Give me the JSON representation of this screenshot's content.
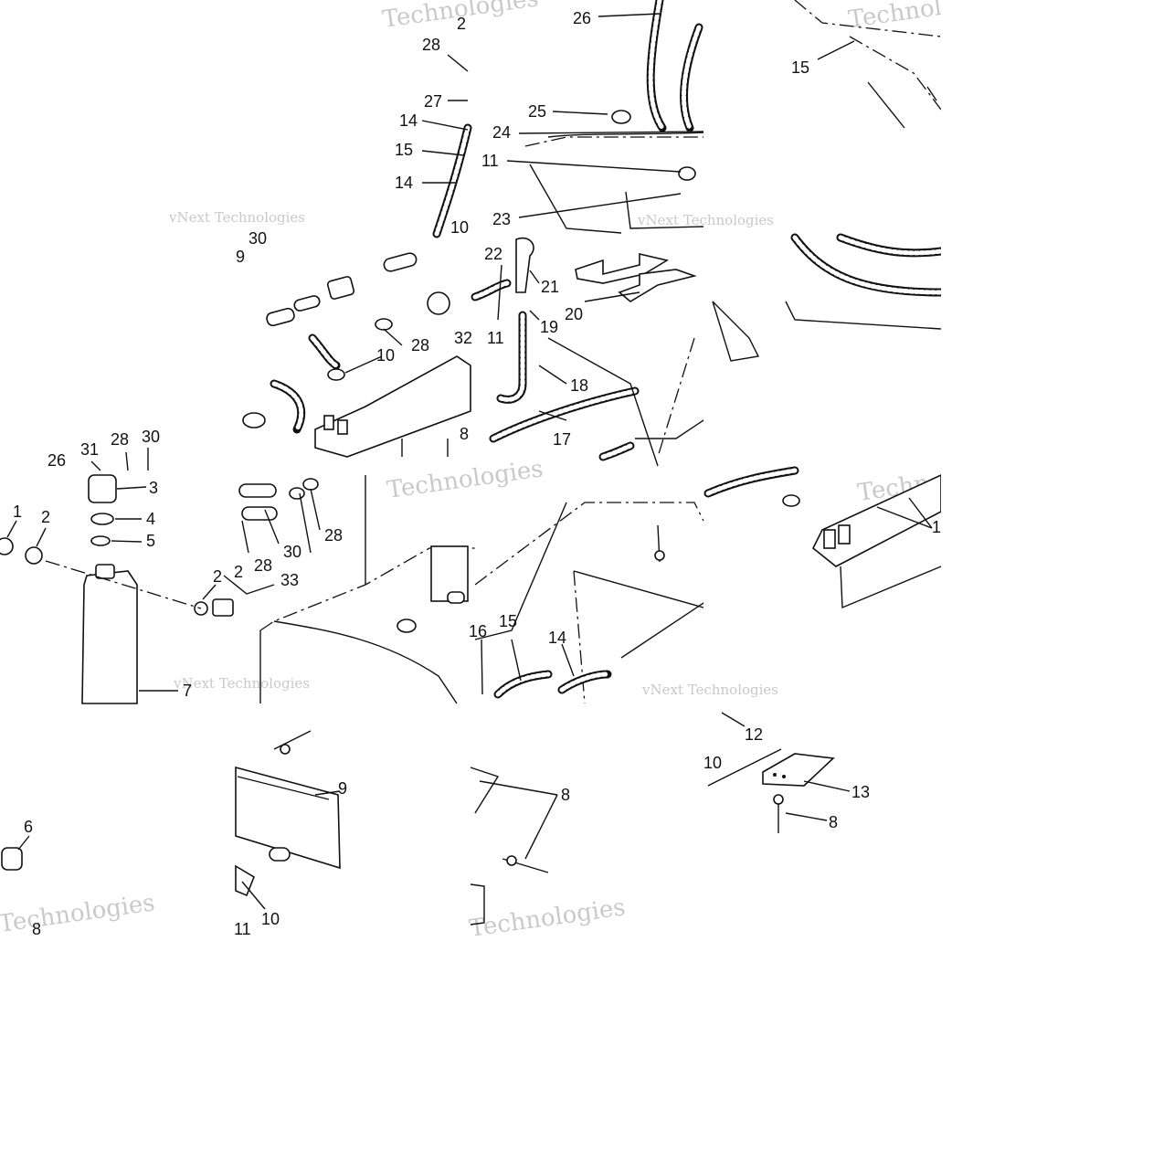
{
  "watermark": {
    "brand_a": "Technologies",
    "brand_b": "vNext Technologies",
    "color": "#c9c9c9"
  },
  "callouts": [
    {
      "id": "c1",
      "text": "2"
    },
    {
      "id": "c2",
      "text": "26"
    },
    {
      "id": "c3",
      "text": "28"
    },
    {
      "id": "c4",
      "text": "27"
    },
    {
      "id": "c5",
      "text": "14"
    },
    {
      "id": "c6",
      "text": "15"
    },
    {
      "id": "c7",
      "text": "14"
    },
    {
      "id": "c8",
      "text": "25"
    },
    {
      "id": "c9",
      "text": "24"
    },
    {
      "id": "c10",
      "text": "11"
    },
    {
      "id": "c11",
      "text": "23"
    },
    {
      "id": "c12",
      "text": "15"
    },
    {
      "id": "c13",
      "text": "10"
    },
    {
      "id": "c14",
      "text": "30"
    },
    {
      "id": "c15",
      "text": "9"
    },
    {
      "id": "c16",
      "text": "22"
    },
    {
      "id": "c17",
      "text": "21"
    },
    {
      "id": "c18",
      "text": "20"
    },
    {
      "id": "c19",
      "text": "19"
    },
    {
      "id": "c20",
      "text": "11"
    },
    {
      "id": "c21",
      "text": "32"
    },
    {
      "id": "c22",
      "text": "10"
    },
    {
      "id": "c23",
      "text": "28"
    },
    {
      "id": "c24",
      "text": "18"
    },
    {
      "id": "c25",
      "text": "17"
    },
    {
      "id": "c26",
      "text": "8"
    },
    {
      "id": "c27",
      "text": "31"
    },
    {
      "id": "c28",
      "text": "28"
    },
    {
      "id": "c29",
      "text": "30"
    },
    {
      "id": "c30",
      "text": "26"
    },
    {
      "id": "c31",
      "text": "3"
    },
    {
      "id": "c32",
      "text": "1"
    },
    {
      "id": "c33",
      "text": "2"
    },
    {
      "id": "c34",
      "text": "4"
    },
    {
      "id": "c35",
      "text": "5"
    },
    {
      "id": "c36",
      "text": "2"
    },
    {
      "id": "c37",
      "text": "28"
    },
    {
      "id": "c38",
      "text": "28"
    },
    {
      "id": "c39",
      "text": "30"
    },
    {
      "id": "c40",
      "text": "33"
    },
    {
      "id": "c41",
      "text": "2"
    },
    {
      "id": "c42",
      "text": "7"
    },
    {
      "id": "c43",
      "text": "16"
    },
    {
      "id": "c44",
      "text": "15"
    },
    {
      "id": "c45",
      "text": "14"
    },
    {
      "id": "c46",
      "text": "1"
    },
    {
      "id": "c47",
      "text": "6"
    },
    {
      "id": "c48",
      "text": "9"
    },
    {
      "id": "c49",
      "text": "8"
    },
    {
      "id": "c50",
      "text": "12"
    },
    {
      "id": "c51",
      "text": "10"
    },
    {
      "id": "c52",
      "text": "13"
    },
    {
      "id": "c53",
      "text": "8"
    },
    {
      "id": "c54",
      "text": "10"
    },
    {
      "id": "c55",
      "text": "11"
    },
    {
      "id": "c56",
      "text": "8"
    }
  ]
}
